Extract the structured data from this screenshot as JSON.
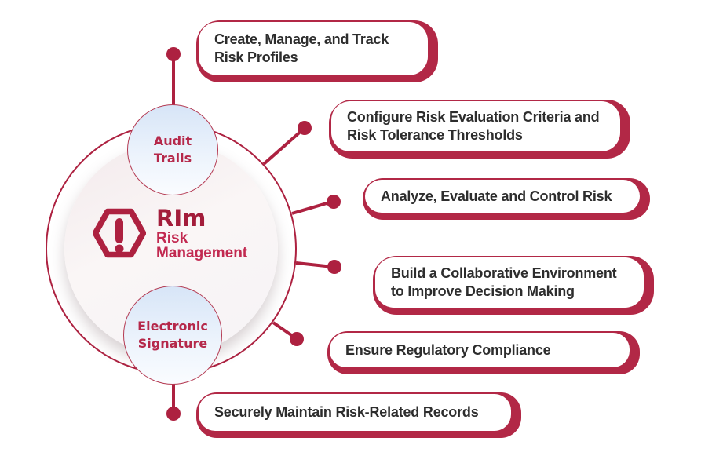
{
  "diagram_title": "Rlm Risk Management feature diagram",
  "colors": {
    "crimson": "#AD2140",
    "crimson-deep": "#A31D3B",
    "card-text": "#2D2D2D",
    "sat-border": "#B43A52",
    "sat-blue-top": "#D7E5F7",
    "sat-blue-bottom": "#FAFCFF",
    "disc-pink": "#F3EAEC"
  },
  "center": {
    "icon": "warning-hexagon-icon",
    "abbr": "RIm",
    "name_line1": "Risk",
    "name_line2": "Management"
  },
  "satellites": {
    "top": {
      "line1": "Audit",
      "line2": "Trails"
    },
    "bottom": {
      "line1": "Electronic",
      "line2": "Signature"
    }
  },
  "features": [
    {
      "line1": "Create, Manage, and Track",
      "line2": "Risk Profiles"
    },
    {
      "line1": "Configure Risk Evaluation Criteria and",
      "line2": "Risk Tolerance Thresholds"
    },
    {
      "line1": "Analyze, Evaluate and Control Risk",
      "line2": ""
    },
    {
      "line1": "Build a Collaborative Environment",
      "line2": "to Improve Decision Making"
    },
    {
      "line1": "Ensure Regulatory Compliance",
      "line2": ""
    },
    {
      "line1": "Securely Maintain Risk-Related Records",
      "line2": ""
    }
  ]
}
